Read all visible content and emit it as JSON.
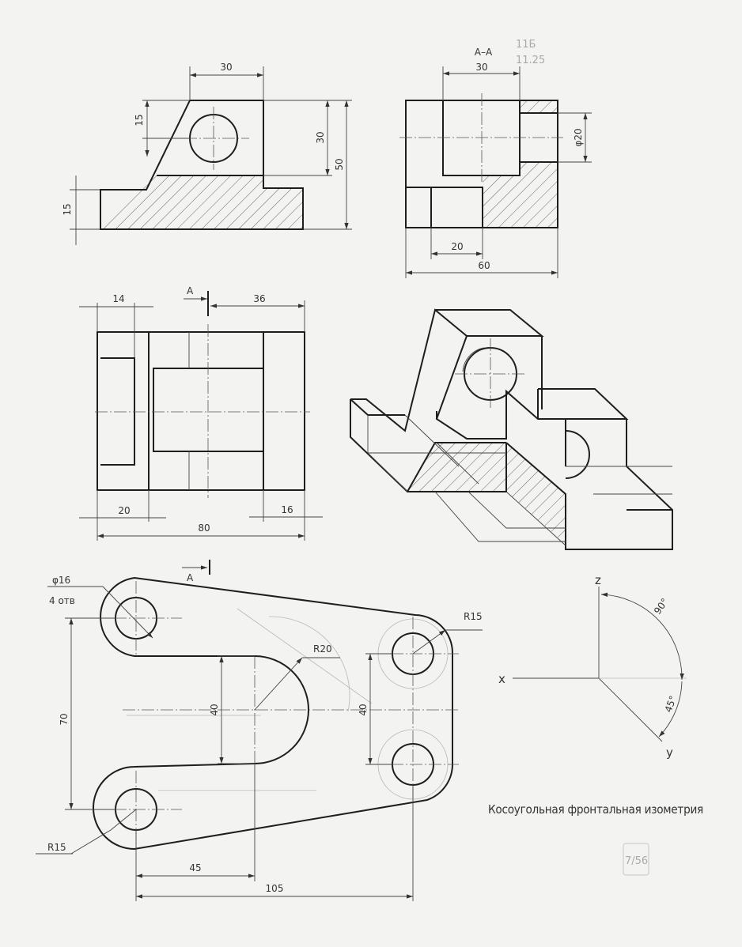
{
  "front_view": {
    "dim_width": "30",
    "dim_hole_offset": "15",
    "dim_block": "30",
    "dim_total": "50",
    "dim_base": "15"
  },
  "section_view": {
    "label": "A–A",
    "dim_top": "30",
    "dim_diameter": "φ20",
    "dim_recess": "20",
    "dim_width": "60"
  },
  "top_view": {
    "section_mark": "A",
    "dim_left": "14",
    "dim_right": "36",
    "dim_slot": "20",
    "dim_end": "16",
    "dim_length": "80"
  },
  "bracket": {
    "section_mark": "A",
    "hole_callout": "φ16",
    "hole_count": "4 отв",
    "radius_right": "R15",
    "radius_loop": "R20",
    "radius_left": "R15",
    "dim_70": "70",
    "dim_40_left": "40",
    "dim_40_right": "40",
    "dim_45": "45",
    "dim_105": "105"
  },
  "axes": {
    "z": "z",
    "x": "x",
    "y": "y",
    "angle_zx": "90°",
    "angle_xy": "45°"
  },
  "caption": "Косоугольная фронтальная изометрия",
  "pencil_notes": {
    "top_note": "11Б",
    "top_note_2": "11.25",
    "grade": "7/56"
  }
}
